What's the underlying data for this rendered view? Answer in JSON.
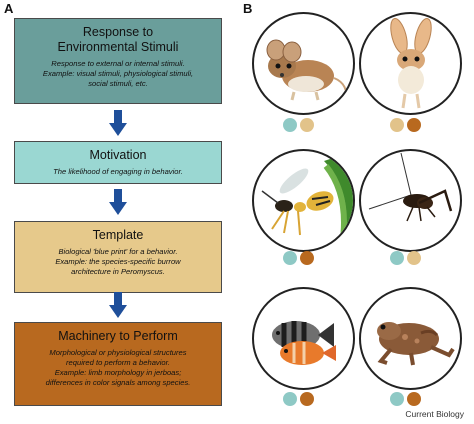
{
  "panel_a": {
    "letter": "A",
    "boxes": [
      {
        "title_lines": [
          "Response to",
          "Environmental Stimuli"
        ],
        "body_lines": [
          "Response to external or internal stimuli.",
          "Example: visual stimuli, physiological stimuli,",
          "social stimuli, etc."
        ],
        "color": "#6a9e9b"
      },
      {
        "title_lines": [
          "Motivation"
        ],
        "body_lines": [
          "The likelihood of engaging in behavior."
        ],
        "color": "#9ad7d2"
      },
      {
        "title_lines": [
          "Template"
        ],
        "body_lines": [
          "Biological 'blue print' for a behavior.",
          "Example: the species-specific burrow",
          "architecture in Peromyscus."
        ],
        "color": "#e6c98b"
      },
      {
        "title_lines": [
          "Machinery to Perform"
        ],
        "body_lines": [
          "Morphological or physiological structures",
          "required to perform a behavior.",
          "Example: limb morphology in jerboas;",
          "differences in color signals among species."
        ],
        "color": "#b8691f"
      }
    ],
    "arrow_color": "#1f4f9a"
  },
  "panel_b": {
    "letter": "B",
    "cells": [
      {
        "animal": "mouse",
        "dots": [
          "#8ec9c5",
          "#e2c38a"
        ]
      },
      {
        "animal": "jerboa",
        "dots": [
          "#e2c38a",
          "#b8691f"
        ]
      },
      {
        "animal": "wasp",
        "dots": [
          "#8ec9c5",
          "#b8691f"
        ]
      },
      {
        "animal": "cricket",
        "dots": [
          "#8ec9c5",
          "#e2c38a"
        ]
      },
      {
        "animal": "cichlid-fish",
        "dots": [
          "#8ec9c5",
          "#b8691f"
        ]
      },
      {
        "animal": "frog",
        "dots": [
          "#8ec9c5",
          "#b8691f"
        ]
      }
    ]
  },
  "credit": "Current Biology"
}
